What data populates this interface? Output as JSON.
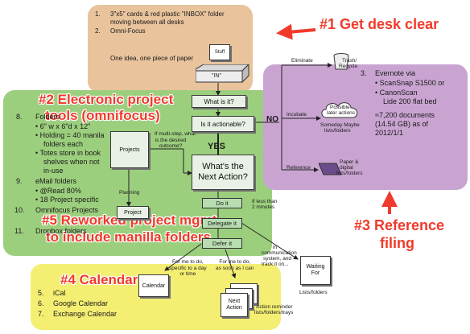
{
  "colors": {
    "red": "#f03a2b",
    "orange_panel": "#e8c39c",
    "green_panel": "#9ccf7d",
    "purple_panel": "#c9a4d1",
    "yellow_panel": "#f4ee73"
  },
  "desk": {
    "item1_num": "1.",
    "item1_line1": "3\"x5\" cards & red plastic \"INBOX\" folder",
    "item1_line2": "moving between all desks",
    "item2_num": "2.",
    "item2_text": "Omni-Focus",
    "tagline": "One idea, one piece of paper",
    "stuff": "Stuff",
    "in_label": "\"IN\""
  },
  "headings": {
    "h1": "#1 Get desk clear",
    "h2_line1": "#2 Electronic project",
    "h2_line2": "tools (omnifocus)",
    "h3_line1": "#3 Reference",
    "h3_line2": "filing",
    "h4": "#4 Calendar",
    "h5_line1": "#5 Reworked project mgmt",
    "h5_line2": "to include manilla folders"
  },
  "flow": {
    "what_is_it": "What is it?",
    "is_it_actionable": "Is it  actionable?",
    "no": "NO",
    "yes": "YES",
    "next_action_line1": "What's the",
    "next_action_line2": "Next Action?",
    "do_it": "Do it",
    "delegate_it": "Delegate it",
    "defer_it": "Defer it",
    "projects": "Projects",
    "project_partial": "Project",
    "planning": "Planning",
    "multistep": [
      "If multi-step, what",
      "is the desired",
      "outcome?"
    ],
    "less_than_2_line1": "If less than",
    "less_than_2_line2": "2 minutes",
    "eliminate": "Eliminate",
    "trash": "Trash/",
    "recycle": "Recycle",
    "incubate": "Incubate",
    "possible": [
      "Possible",
      "later actions"
    ],
    "someday": "Someday Maybe",
    "someday_lists": "lists/folders",
    "reference": "Reference",
    "paper": [
      "Paper &",
      "digital",
      "lists/folders"
    ],
    "waiting": [
      "Waiting",
      "For"
    ],
    "lists_folders": "Lists/folders",
    "in_comm": [
      "in",
      "communication",
      "system, and",
      "track it on..."
    ],
    "for_me_specific": [
      "For me to do,",
      "specific to a day",
      "or time"
    ],
    "for_me_asap": [
      "For me to do,",
      "as soon as I can"
    ],
    "calendar_icon": "Calendar",
    "next_action_box": [
      "Next",
      "Action"
    ],
    "action_reminder": [
      "Action reminder",
      "lists/folders/trays"
    ]
  },
  "folders_list": {
    "item8_num": "8.",
    "item8_text": "Folders",
    "b1": "6\" w x 6\"d x 12\"",
    "b2_line1": "Holding = 40 manila",
    "b2_line2": "folders each",
    "b3_line1": "Totes store in book",
    "b3_line2": "shelves when not",
    "b3_line3": "in-use",
    "item9_num": "9.",
    "item9_text": "eMail folders",
    "b4": "@Read 80%",
    "b5": "18 Project specific",
    "item10_num": "10.",
    "item10_text": "Omnifocus Projects",
    "item11_num": "11.",
    "item11_text": "Dropbox folders"
  },
  "evernote": {
    "num": "3.",
    "title": "Evernote via",
    "b1": "ScanSnap S1500 or",
    "b2_line1": "CanonScan",
    "b2_line2": "Lide 200 flat bed",
    "docs_line1": "≈7,200 documents",
    "docs_line2": "(14.54 GB) as of",
    "docs_line3": "2012/1/1"
  },
  "calendar_list": {
    "item5_num": "5.",
    "item5_text": "iCal",
    "item6_num": "6.",
    "item6_text": "Google Calendar",
    "item7_num": "7.",
    "item7_text": "Exchange Calendar"
  }
}
